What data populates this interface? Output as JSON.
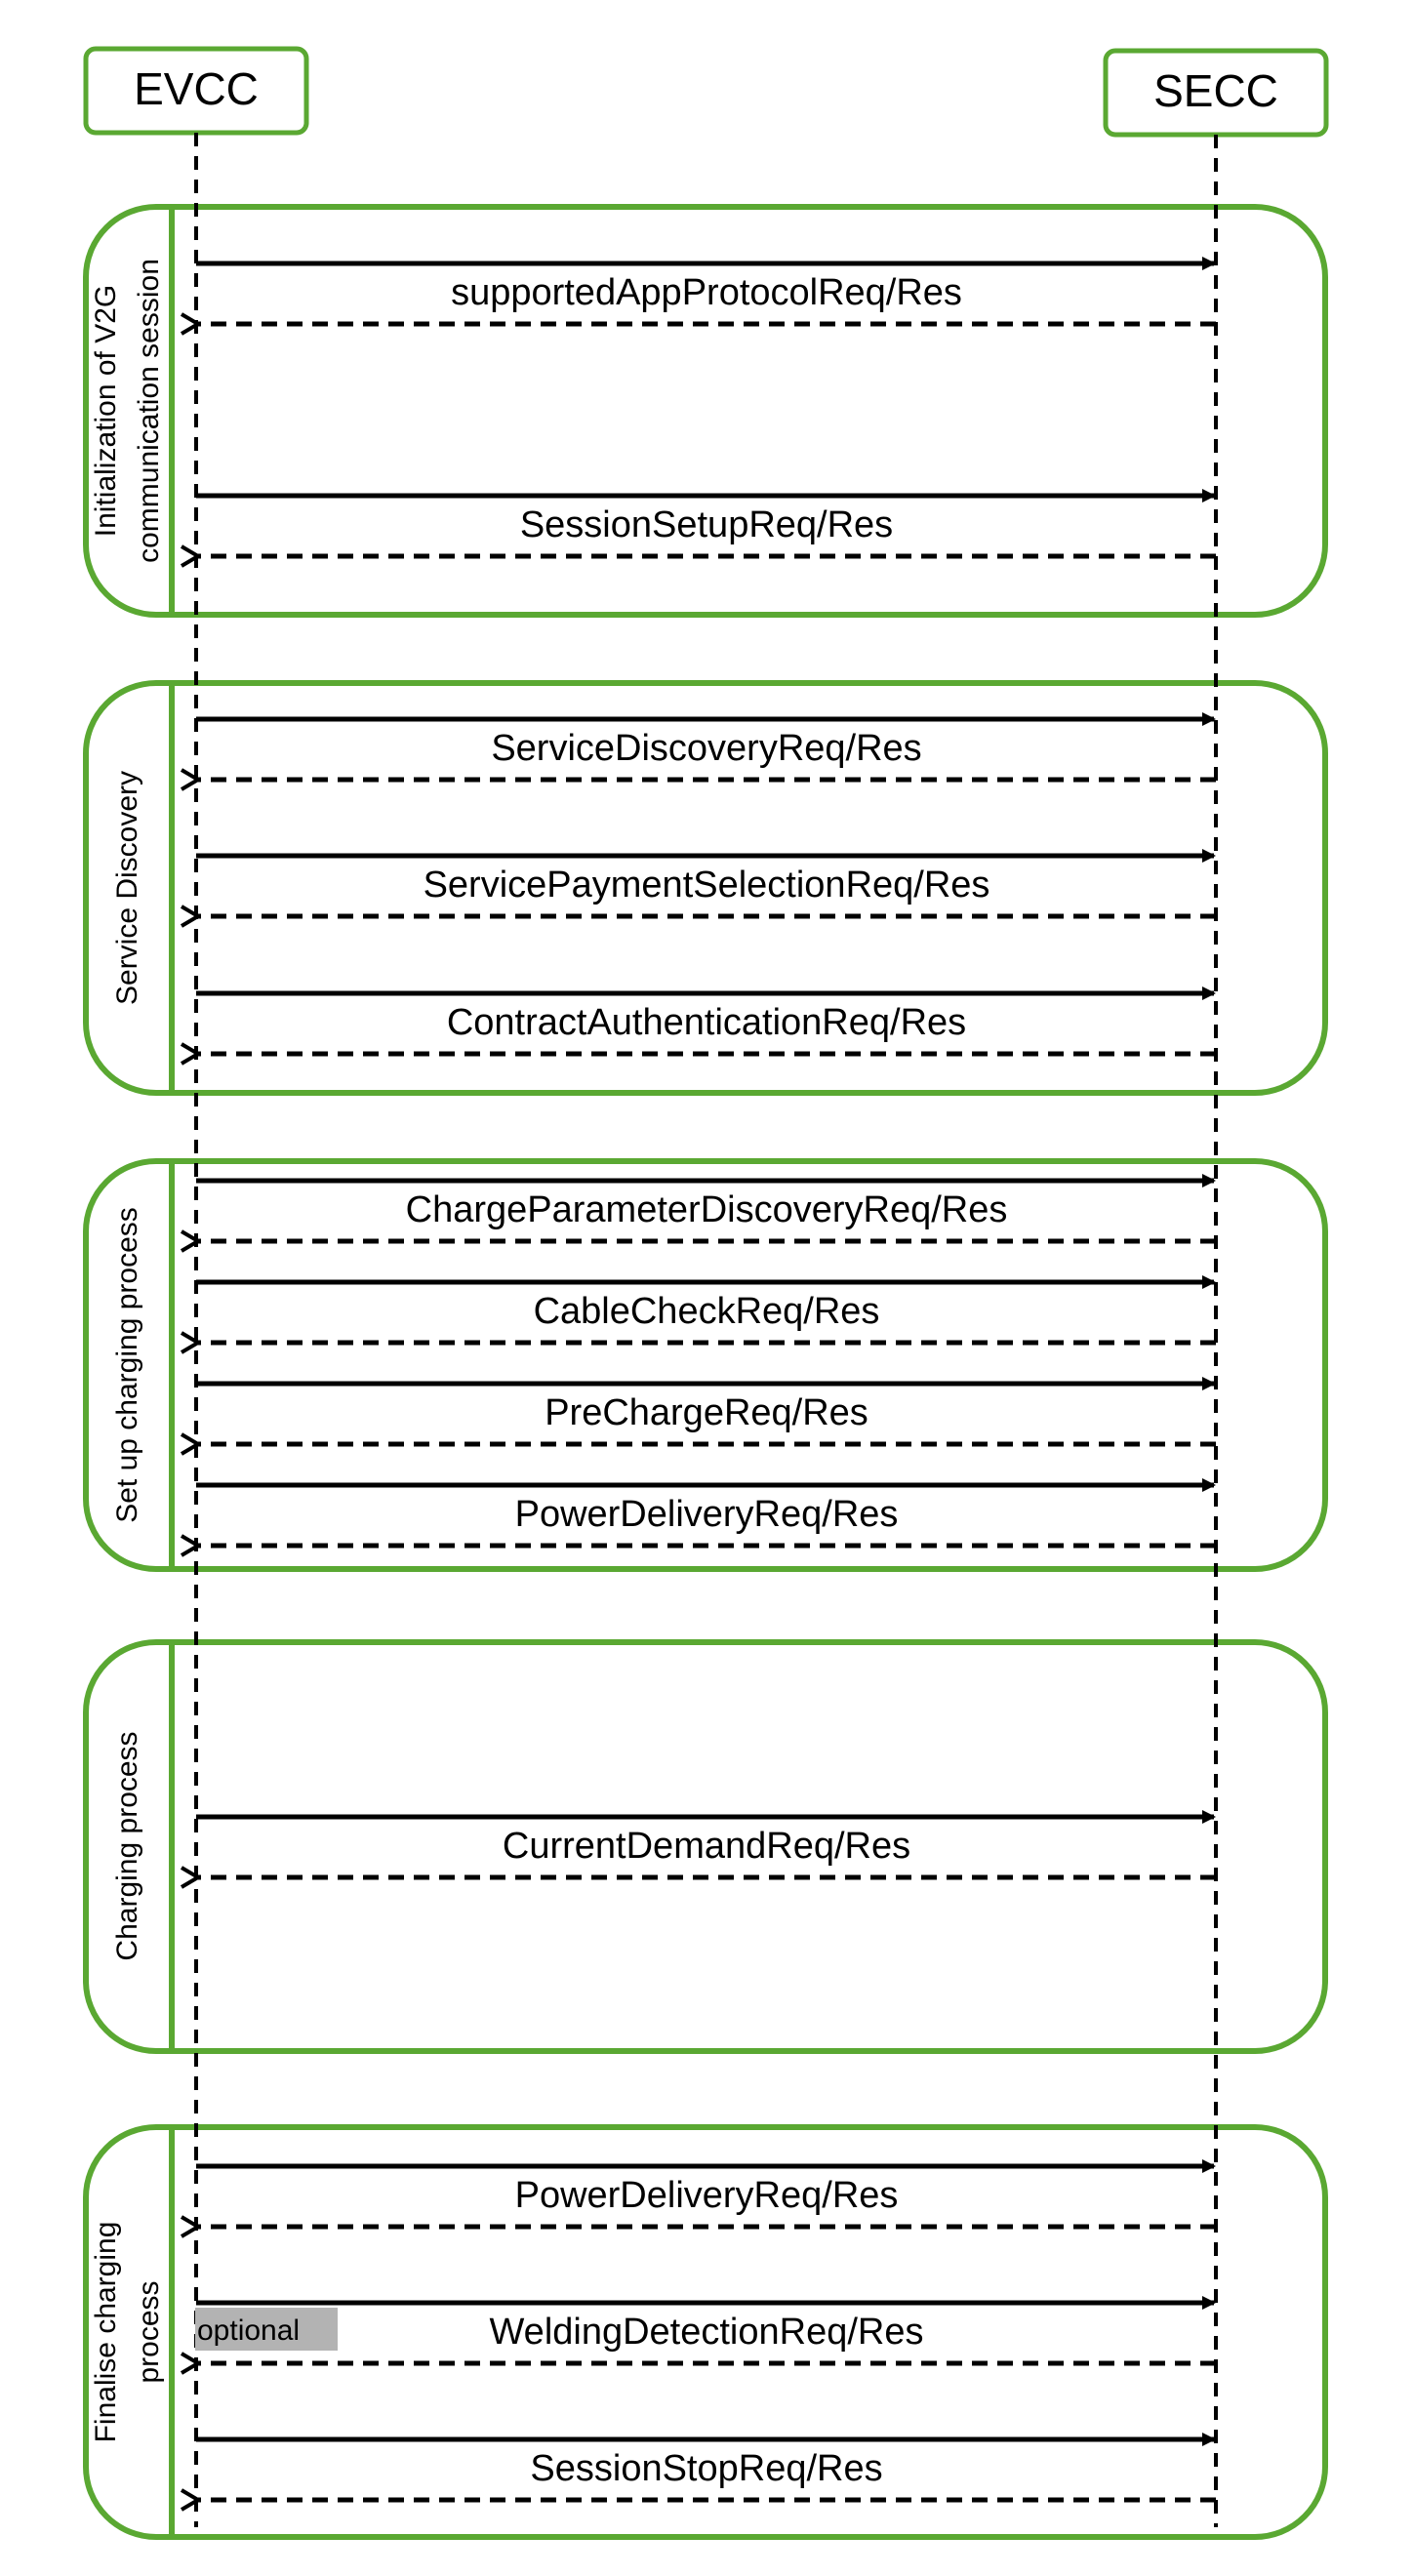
{
  "colors": {
    "frame": "#5aa832",
    "line": "#000000",
    "optional_bg": "#b3b3b3"
  },
  "actors": {
    "left": "EVCC",
    "right": "SECC"
  },
  "phases": [
    {
      "title": [
        "Initialization of V2G",
        "communication session"
      ],
      "messages": [
        {
          "label": "supportedAppProtocolReq/Res",
          "optional": false
        },
        {
          "label": "SessionSetupReq/Res",
          "optional": false
        }
      ]
    },
    {
      "title": [
        "Service Discovery"
      ],
      "messages": [
        {
          "label": "ServiceDiscoveryReq/Res",
          "optional": false
        },
        {
          "label": "ServicePaymentSelectionReq/Res",
          "optional": false
        },
        {
          "label": "ContractAuthenticationReq/Res",
          "optional": false
        }
      ]
    },
    {
      "title": [
        "Set up charging process"
      ],
      "messages": [
        {
          "label": "ChargeParameterDiscoveryReq/Res",
          "optional": false
        },
        {
          "label": "CableCheckReq/Res",
          "optional": false
        },
        {
          "label": "PreChargeReq/Res",
          "optional": false
        },
        {
          "label": "PowerDeliveryReq/Res",
          "optional": false
        }
      ]
    },
    {
      "title": [
        "Charging process"
      ],
      "messages": [
        {
          "label": "CurrentDemandReq/Res",
          "optional": false
        }
      ]
    },
    {
      "title": [
        "Finalise charging",
        "process"
      ],
      "messages": [
        {
          "label": "PowerDeliveryReq/Res",
          "optional": false
        },
        {
          "label": "WeldingDetectionReq/Res",
          "optional": true
        },
        {
          "label": "SessionStopReq/Res",
          "optional": false
        }
      ]
    }
  ],
  "optional_tag": "optional"
}
